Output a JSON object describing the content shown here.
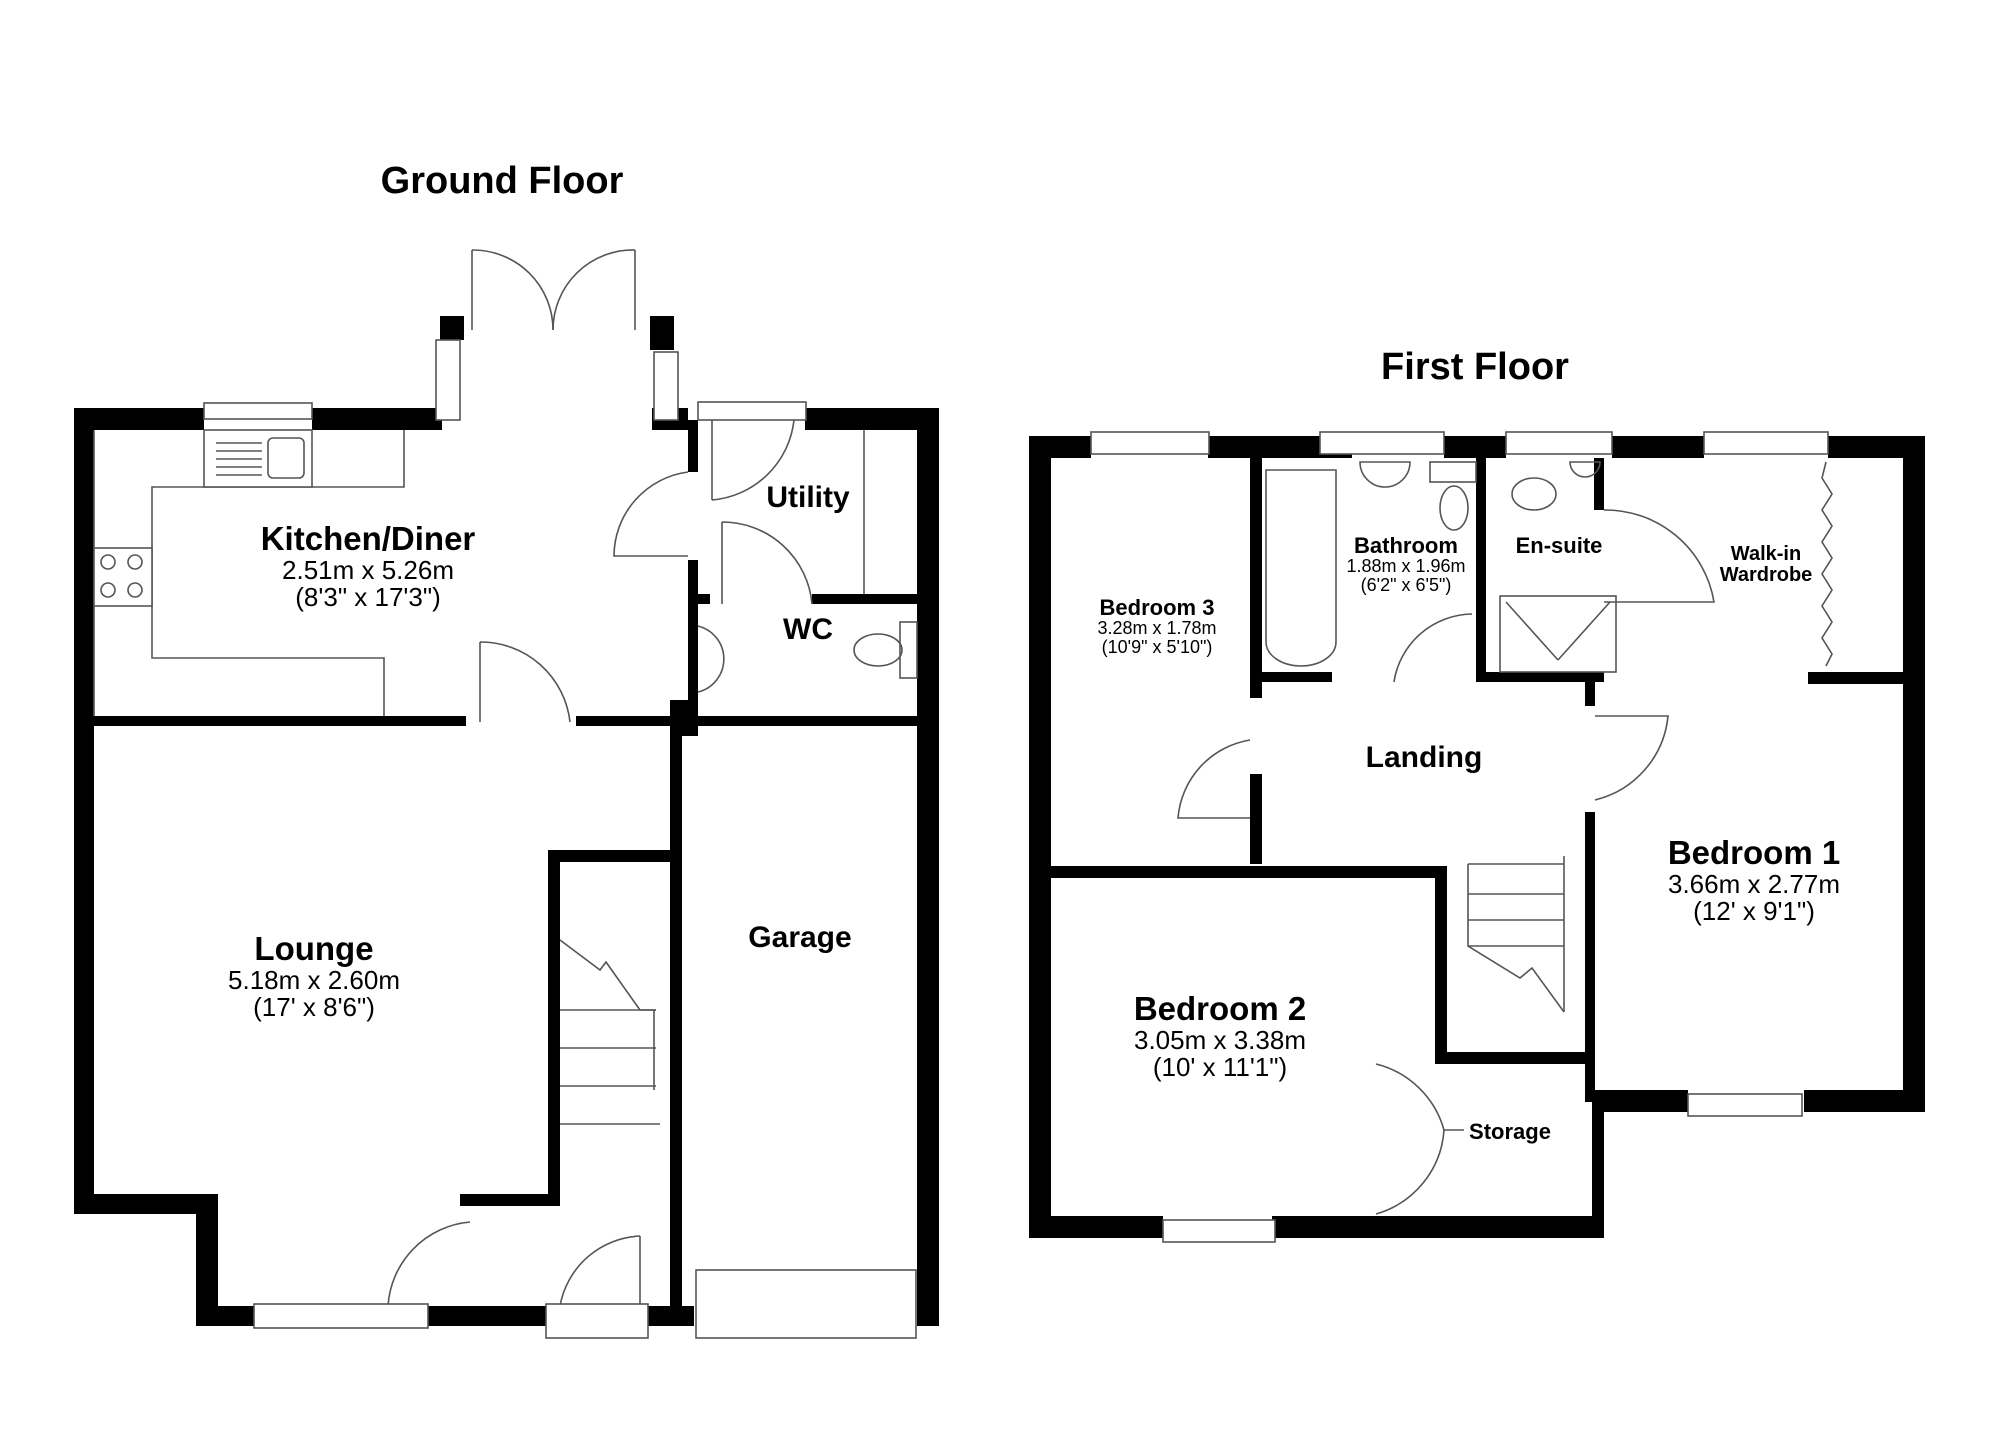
{
  "ground_floor": {
    "title": "Ground Floor",
    "rooms": {
      "kitchen": {
        "name": "Kitchen/Diner",
        "metric": "2.51m x 5.26m",
        "imperial": "(8'3\" x 17'3\")"
      },
      "utility": {
        "name": "Utility"
      },
      "wc": {
        "name": "WC"
      },
      "lounge": {
        "name": "Lounge",
        "metric": "5.18m x 2.60m",
        "imperial": "(17' x 8'6\")"
      },
      "garage": {
        "name": "Garage"
      }
    }
  },
  "first_floor": {
    "title": "First Floor",
    "rooms": {
      "bedroom3": {
        "name": "Bedroom 3",
        "metric": "3.28m x 1.78m",
        "imperial": "(10'9\" x 5'10\")"
      },
      "bathroom": {
        "name": "Bathroom",
        "metric": "1.88m x 1.96m",
        "imperial": "(6'2\" x 6'5\")"
      },
      "ensuite": {
        "name": "En-suite"
      },
      "wardrobe": {
        "name_line1": "Walk-in",
        "name_line2": "Wardrobe"
      },
      "landing": {
        "name": "Landing"
      },
      "bedroom1": {
        "name": "Bedroom 1",
        "metric": "3.66m x 2.77m",
        "imperial": "(12' x 9'1\")"
      },
      "bedroom2": {
        "name": "Bedroom 2",
        "metric": "3.05m x 3.38m",
        "imperial": "(10' x 11'1\")"
      },
      "storage": {
        "name": "Storage"
      }
    }
  },
  "colors": {
    "wall": "#000000",
    "fixture_line": "#555555",
    "background": "#ffffff"
  }
}
